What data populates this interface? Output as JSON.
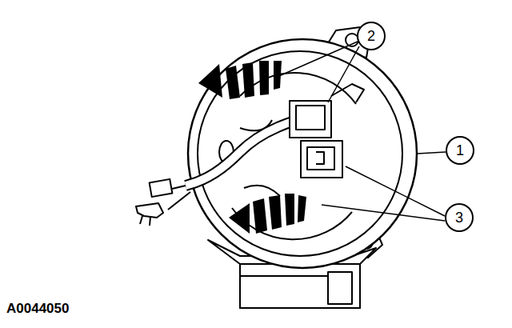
{
  "diagram": {
    "nodes": [
      {
        "text": [
          "2"
        ]
      },
      {
        "text": [
          "1"
        ]
      },
      {
        "text": [
          "3"
        ]
      }
    ],
    "labels": [
      "A0044050"
    ]
  }
}
